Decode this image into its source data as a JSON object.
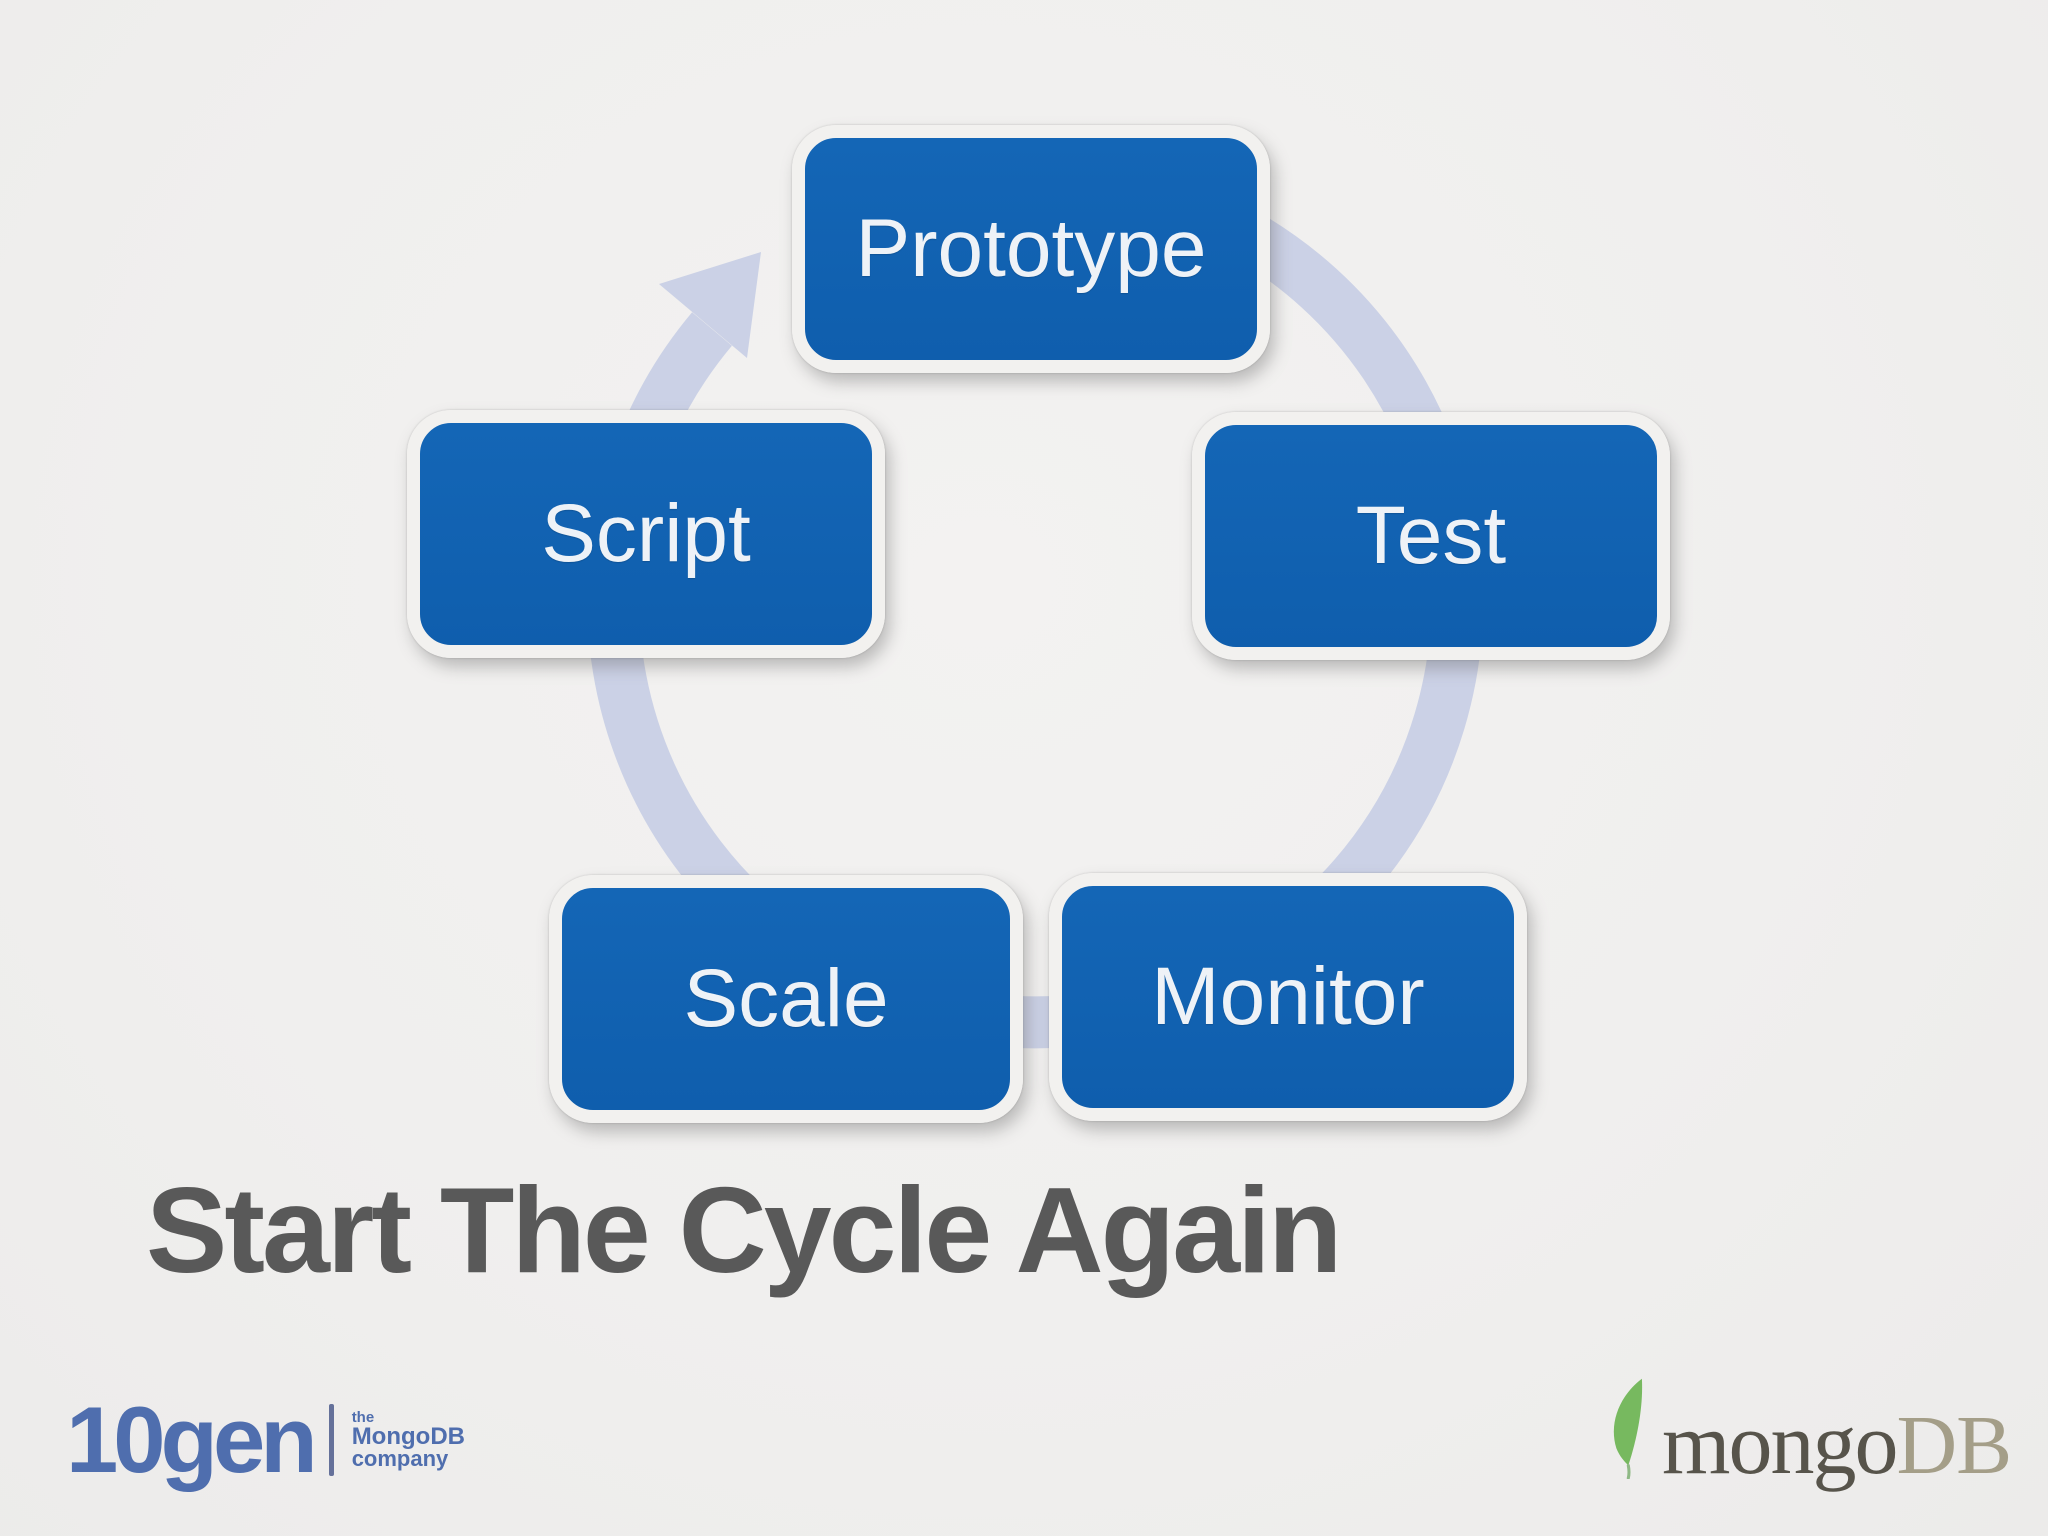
{
  "slide": {
    "title": "Start The Cycle Again",
    "background_color": "#f0efee",
    "title_color": "#595959"
  },
  "diagram": {
    "type": "cycle",
    "direction": "clockwise",
    "cycle_order": [
      "Prototype",
      "Test",
      "Monitor",
      "Scale",
      "Script"
    ],
    "arrow_color": "#cbd1e6",
    "node_fill_color": "#1061b0",
    "node_border_color": "#f2f1ef",
    "node_text_color": "#eef2f7",
    "nodes": [
      {
        "id": "prototype",
        "label": "Prototype",
        "position": "top"
      },
      {
        "id": "test",
        "label": "Test",
        "position": "right"
      },
      {
        "id": "monitor",
        "label": "Monitor",
        "position": "bottom-right"
      },
      {
        "id": "scale",
        "label": "Scale",
        "position": "bottom-left"
      },
      {
        "id": "script",
        "label": "Script",
        "position": "left"
      }
    ]
  },
  "footer": {
    "tengen_logo": {
      "name": "10gen",
      "tagline_line1": "the",
      "tagline_line2": "MongoDB",
      "tagline_line3": "company",
      "color": "#4f6eae"
    },
    "mongodb_logo": {
      "word_mongo": "mongo",
      "word_db": "DB",
      "leaf_color": "#77b95f",
      "mongo_color": "#57544b",
      "db_color": "#a49e88"
    }
  }
}
